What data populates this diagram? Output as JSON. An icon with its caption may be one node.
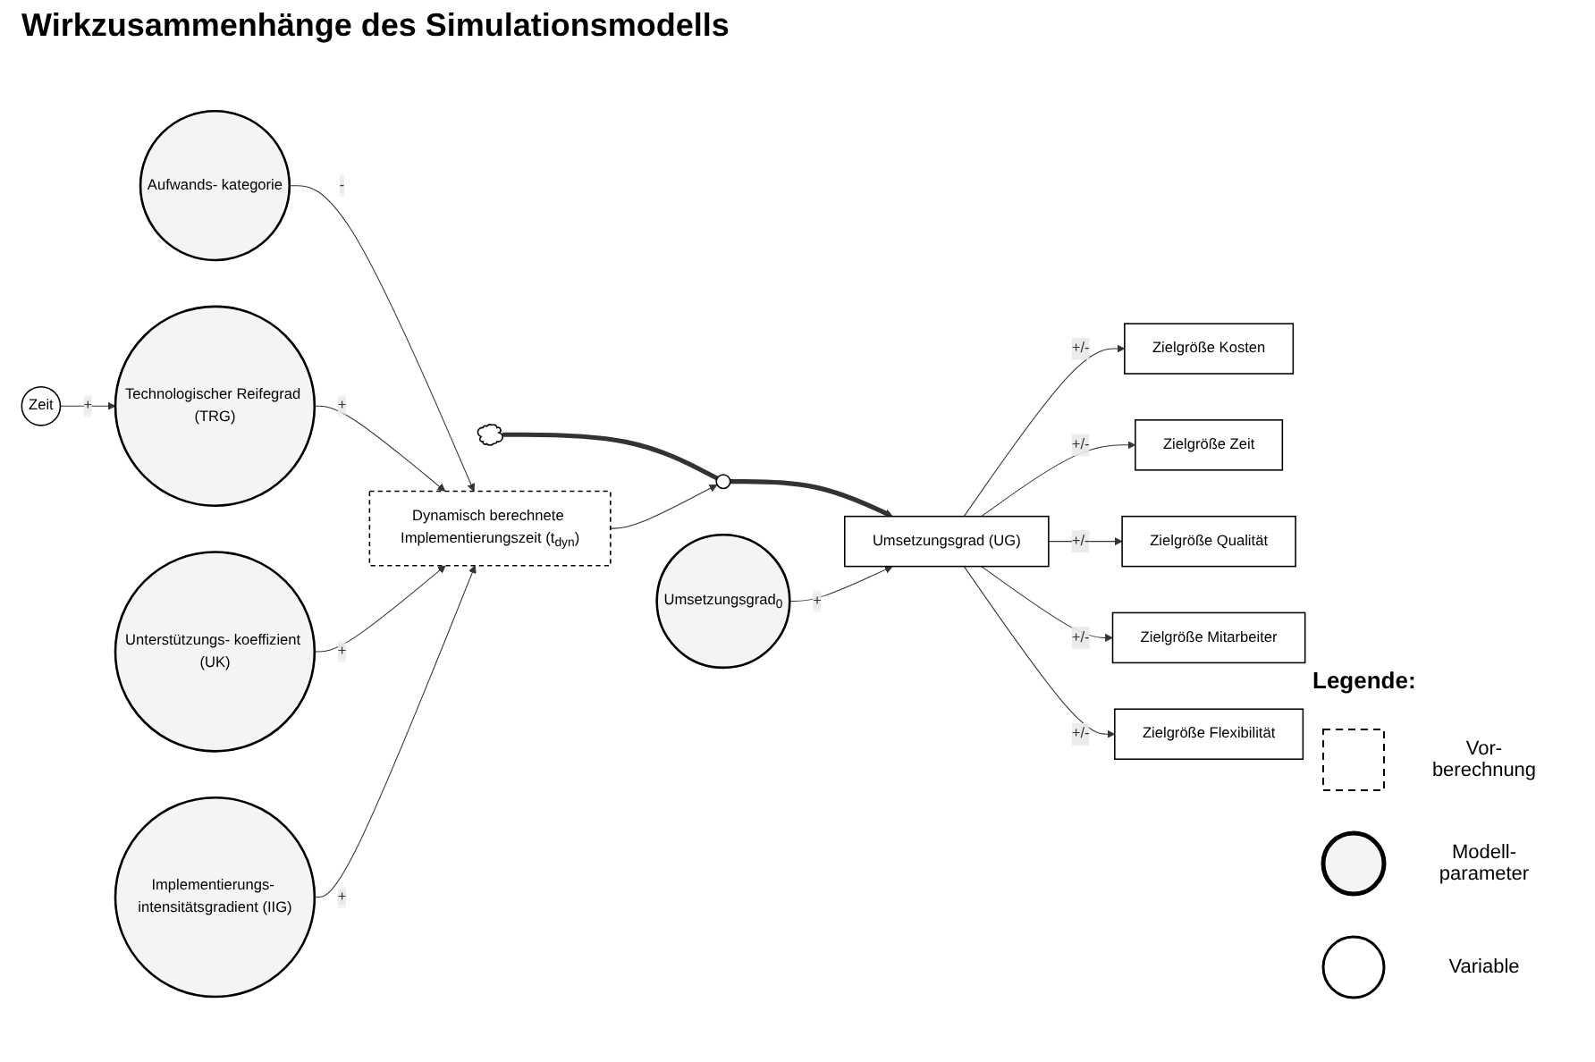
{
  "diagram": {
    "title": "Wirkzusammenhänge des Simulationsmodells",
    "nodes": [
      {
        "text": [],
        "shape": "cloud"
      },
      {
        "text": [],
        "shape": "circle"
      },
      {
        "text": [
          "Umsetzungsgrad (UG)"
        ]
      },
      {
        "text": [
          "Umsetzungsgrad$_{0}$"
        ]
      },
      {
        "text": [
          "Zielgröße Kosten"
        ]
      },
      {
        "text": [
          "Zielgröße Zeit"
        ]
      },
      {
        "text": [
          "Zielgröße Qualität"
        ]
      },
      {
        "text": [
          "Zielgröße Mitarbeiter"
        ]
      },
      {
        "text": [
          "Zielgröße Flexibilität"
        ]
      },
      {
        "text": [
          "Aufwands- kategorie"
        ]
      },
      {
        "text": [
          "Dynamisch berechnete Implementierungszeit (t$_{dyn}$)"
        ]
      },
      {
        "text": [
          "Zeit"
        ]
      },
      {
        "text": [
          "Technologischer Reifegrad (TRG)"
        ]
      },
      {
        "text": [
          "Unterstützungs- koeffizient (UK)"
        ]
      },
      {
        "text": [
          "Implementierungs- intensitätsgradient (IIG)"
        ]
      }
    ],
    "edges": [
      {
        "from": 0,
        "to": 1,
        "arrow": "none",
        "style": "thick"
      },
      {
        "from": 1,
        "to": 2,
        "arrow": "to",
        "style": "thick"
      },
      {
        "from": 3,
        "to": 2,
        "arrow": "to",
        "label": "+"
      },
      {
        "from": 2,
        "to": 4,
        "arrow": "to",
        "label": "+/-"
      },
      {
        "from": 2,
        "to": 5,
        "arrow": "to",
        "label": "+/-"
      },
      {
        "from": 2,
        "to": 6,
        "arrow": "to",
        "label": "+/-"
      },
      {
        "from": 2,
        "to": 7,
        "arrow": "to",
        "label": "+/-"
      },
      {
        "from": 2,
        "to": 8,
        "arrow": "to",
        "label": "+/-"
      },
      {
        "from": 9,
        "to": 10,
        "arrow": "to",
        "label": "-"
      },
      {
        "from": 10,
        "to": 1,
        "arrow": "to"
      },
      {
        "from": 11,
        "to": 12,
        "arrow": "to",
        "label": "+"
      },
      {
        "from": 12,
        "to": 10,
        "arrow": "to",
        "label": "+"
      },
      {
        "from": 13,
        "to": 10,
        "arrow": "to",
        "label": "+"
      },
      {
        "from": 14,
        "to": 10,
        "arrow": "to",
        "label": "+"
      }
    ],
    "labels": [
      "Legende:"
    ],
    "legend": [
      {
        "text": "Vor- berechnung"
      },
      {
        "text": "Modell- parameter"
      },
      {
        "text": "Variable"
      }
    ]
  }
}
